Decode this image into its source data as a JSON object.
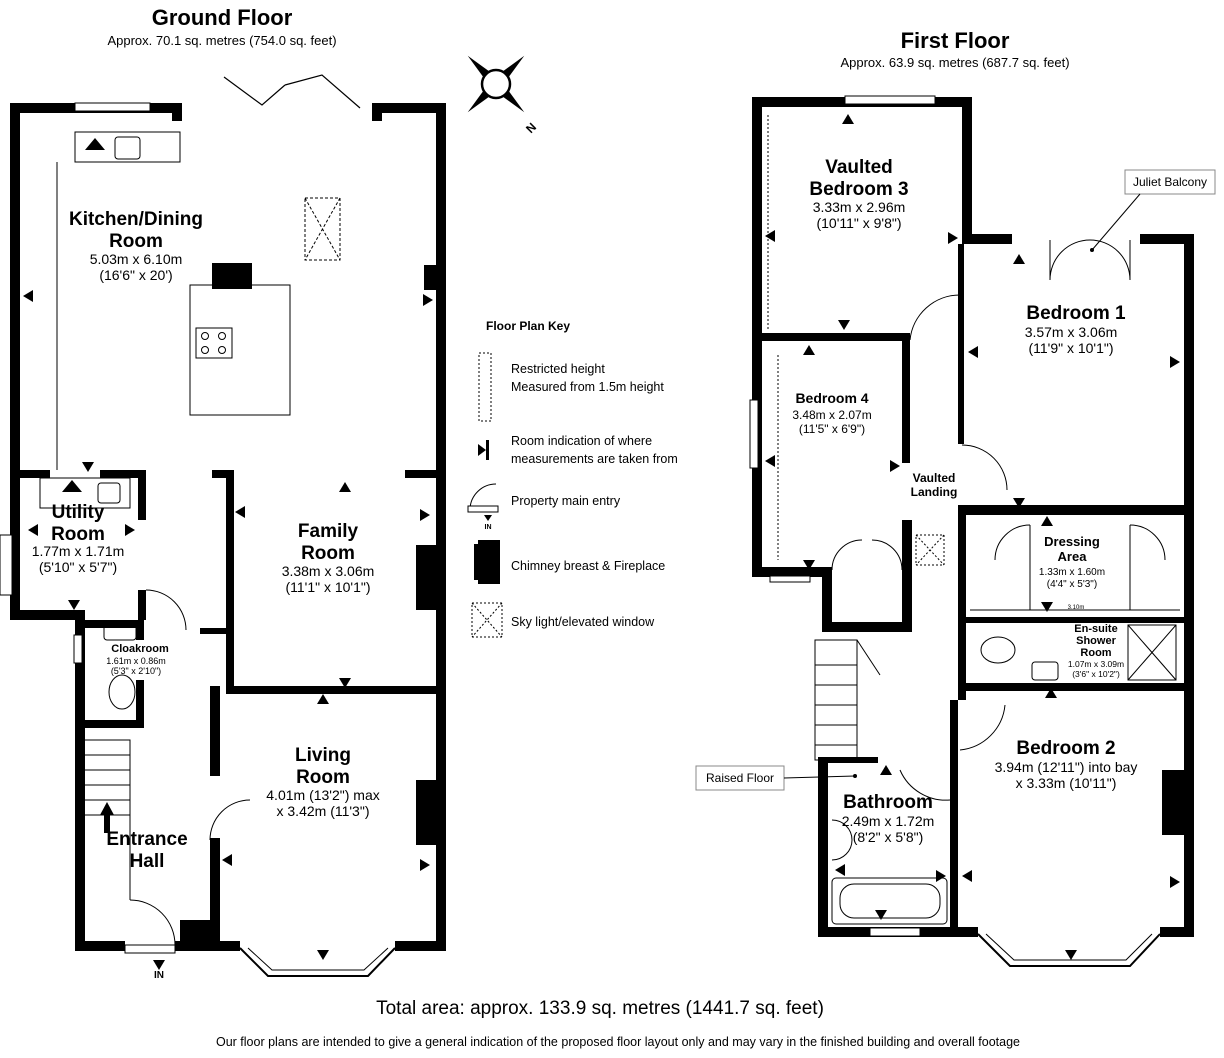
{
  "ground_floor": {
    "title": "Ground Floor",
    "area": "Approx. 70.1 sq. metres (754.0 sq. feet)",
    "rooms": {
      "kitchen": {
        "name_1": "Kitchen/Dining",
        "name_2": "Room",
        "dim_m": "5.03m x 6.10m",
        "dim_ft": "(16'6\" x 20')"
      },
      "utility": {
        "name_1": "Utility",
        "name_2": "Room",
        "dim_m": "1.77m x 1.71m",
        "dim_ft": "(5'10\" x 5'7\")"
      },
      "family": {
        "name_1": "Family",
        "name_2": "Room",
        "dim_m": "3.38m x 3.06m",
        "dim_ft": "(11'1\" x 10'1\")"
      },
      "cloakroom": {
        "name": "Cloakroom",
        "dim_m": "1.61m x 0.86m",
        "dim_ft": "(5'3\" x 2'10\")"
      },
      "living": {
        "name_1": "Living",
        "name_2": "Room",
        "dim_m": "4.01m (13'2\") max",
        "dim_ft": "x 3.42m (11'3\")"
      },
      "hall": {
        "name_1": "Entrance",
        "name_2": "Hall"
      }
    },
    "entry_label": "IN"
  },
  "first_floor": {
    "title": "First Floor",
    "area": "Approx. 63.9 sq. metres (687.7 sq. feet)",
    "rooms": {
      "bed3": {
        "name_1": "Vaulted",
        "name_2": "Bedroom 3",
        "dim_m": "3.33m x 2.96m",
        "dim_ft": "(10'11\" x 9'8\")"
      },
      "bed1": {
        "name": "Bedroom 1",
        "dim_m": "3.57m x 3.06m",
        "dim_ft": "(11'9\" x 10'1\")"
      },
      "bed4": {
        "name": "Bedroom 4",
        "dim_m": "3.48m x 2.07m",
        "dim_ft": "(11'5\" x 6'9\")"
      },
      "landing": {
        "name_1": "Vaulted",
        "name_2": "Landing"
      },
      "dressing": {
        "name_1": "Dressing",
        "name_2": "Area",
        "dim_m": "1.33m x 1.60m",
        "dim_ft": "(4'4\" x 5'3\")",
        "span_label": "3.10m"
      },
      "ensuite": {
        "name_1": "En-suite",
        "name_2": "Shower",
        "name_3": "Room",
        "dim_m": "1.07m x 3.09m",
        "dim_ft": "(3'6\" x 10'2\")"
      },
      "bed2": {
        "name": "Bedroom 2",
        "dim_m": "3.94m (12'11\") into bay",
        "dim_ft": "x 3.33m (10'11\")"
      },
      "bathroom": {
        "name": "Bathroom",
        "dim_m": "2.49m x 1.72m",
        "dim_ft": "(8'2\" x 5'8\")"
      }
    },
    "callouts": {
      "juliet": "Juliet Balcony",
      "raised": "Raised Floor"
    }
  },
  "compass": {
    "label": "N"
  },
  "key": {
    "title": "Floor Plan Key",
    "items": [
      {
        "icon": "restricted-height-icon",
        "line_1": "Restricted height",
        "line_2": "Measured from 1.5m height"
      },
      {
        "icon": "measurement-marker-icon",
        "line_1": "Room indication of where",
        "line_2": "measurements are taken from"
      },
      {
        "icon": "main-entry-icon",
        "line_1": "Property main entry",
        "line_2": ""
      },
      {
        "icon": "chimney-breast-icon",
        "line_1": "Chimney breast & Fireplace",
        "line_2": ""
      },
      {
        "icon": "skylight-icon",
        "line_1": "Sky light/elevated window",
        "line_2": ""
      }
    ]
  },
  "total": "Total area: approx. 133.9 sq. metres (1441.7 sq. feet)",
  "disclaimer": "Our floor plans are intended to give a general indication of the proposed floor layout only and may vary in the finished building and overall footage"
}
